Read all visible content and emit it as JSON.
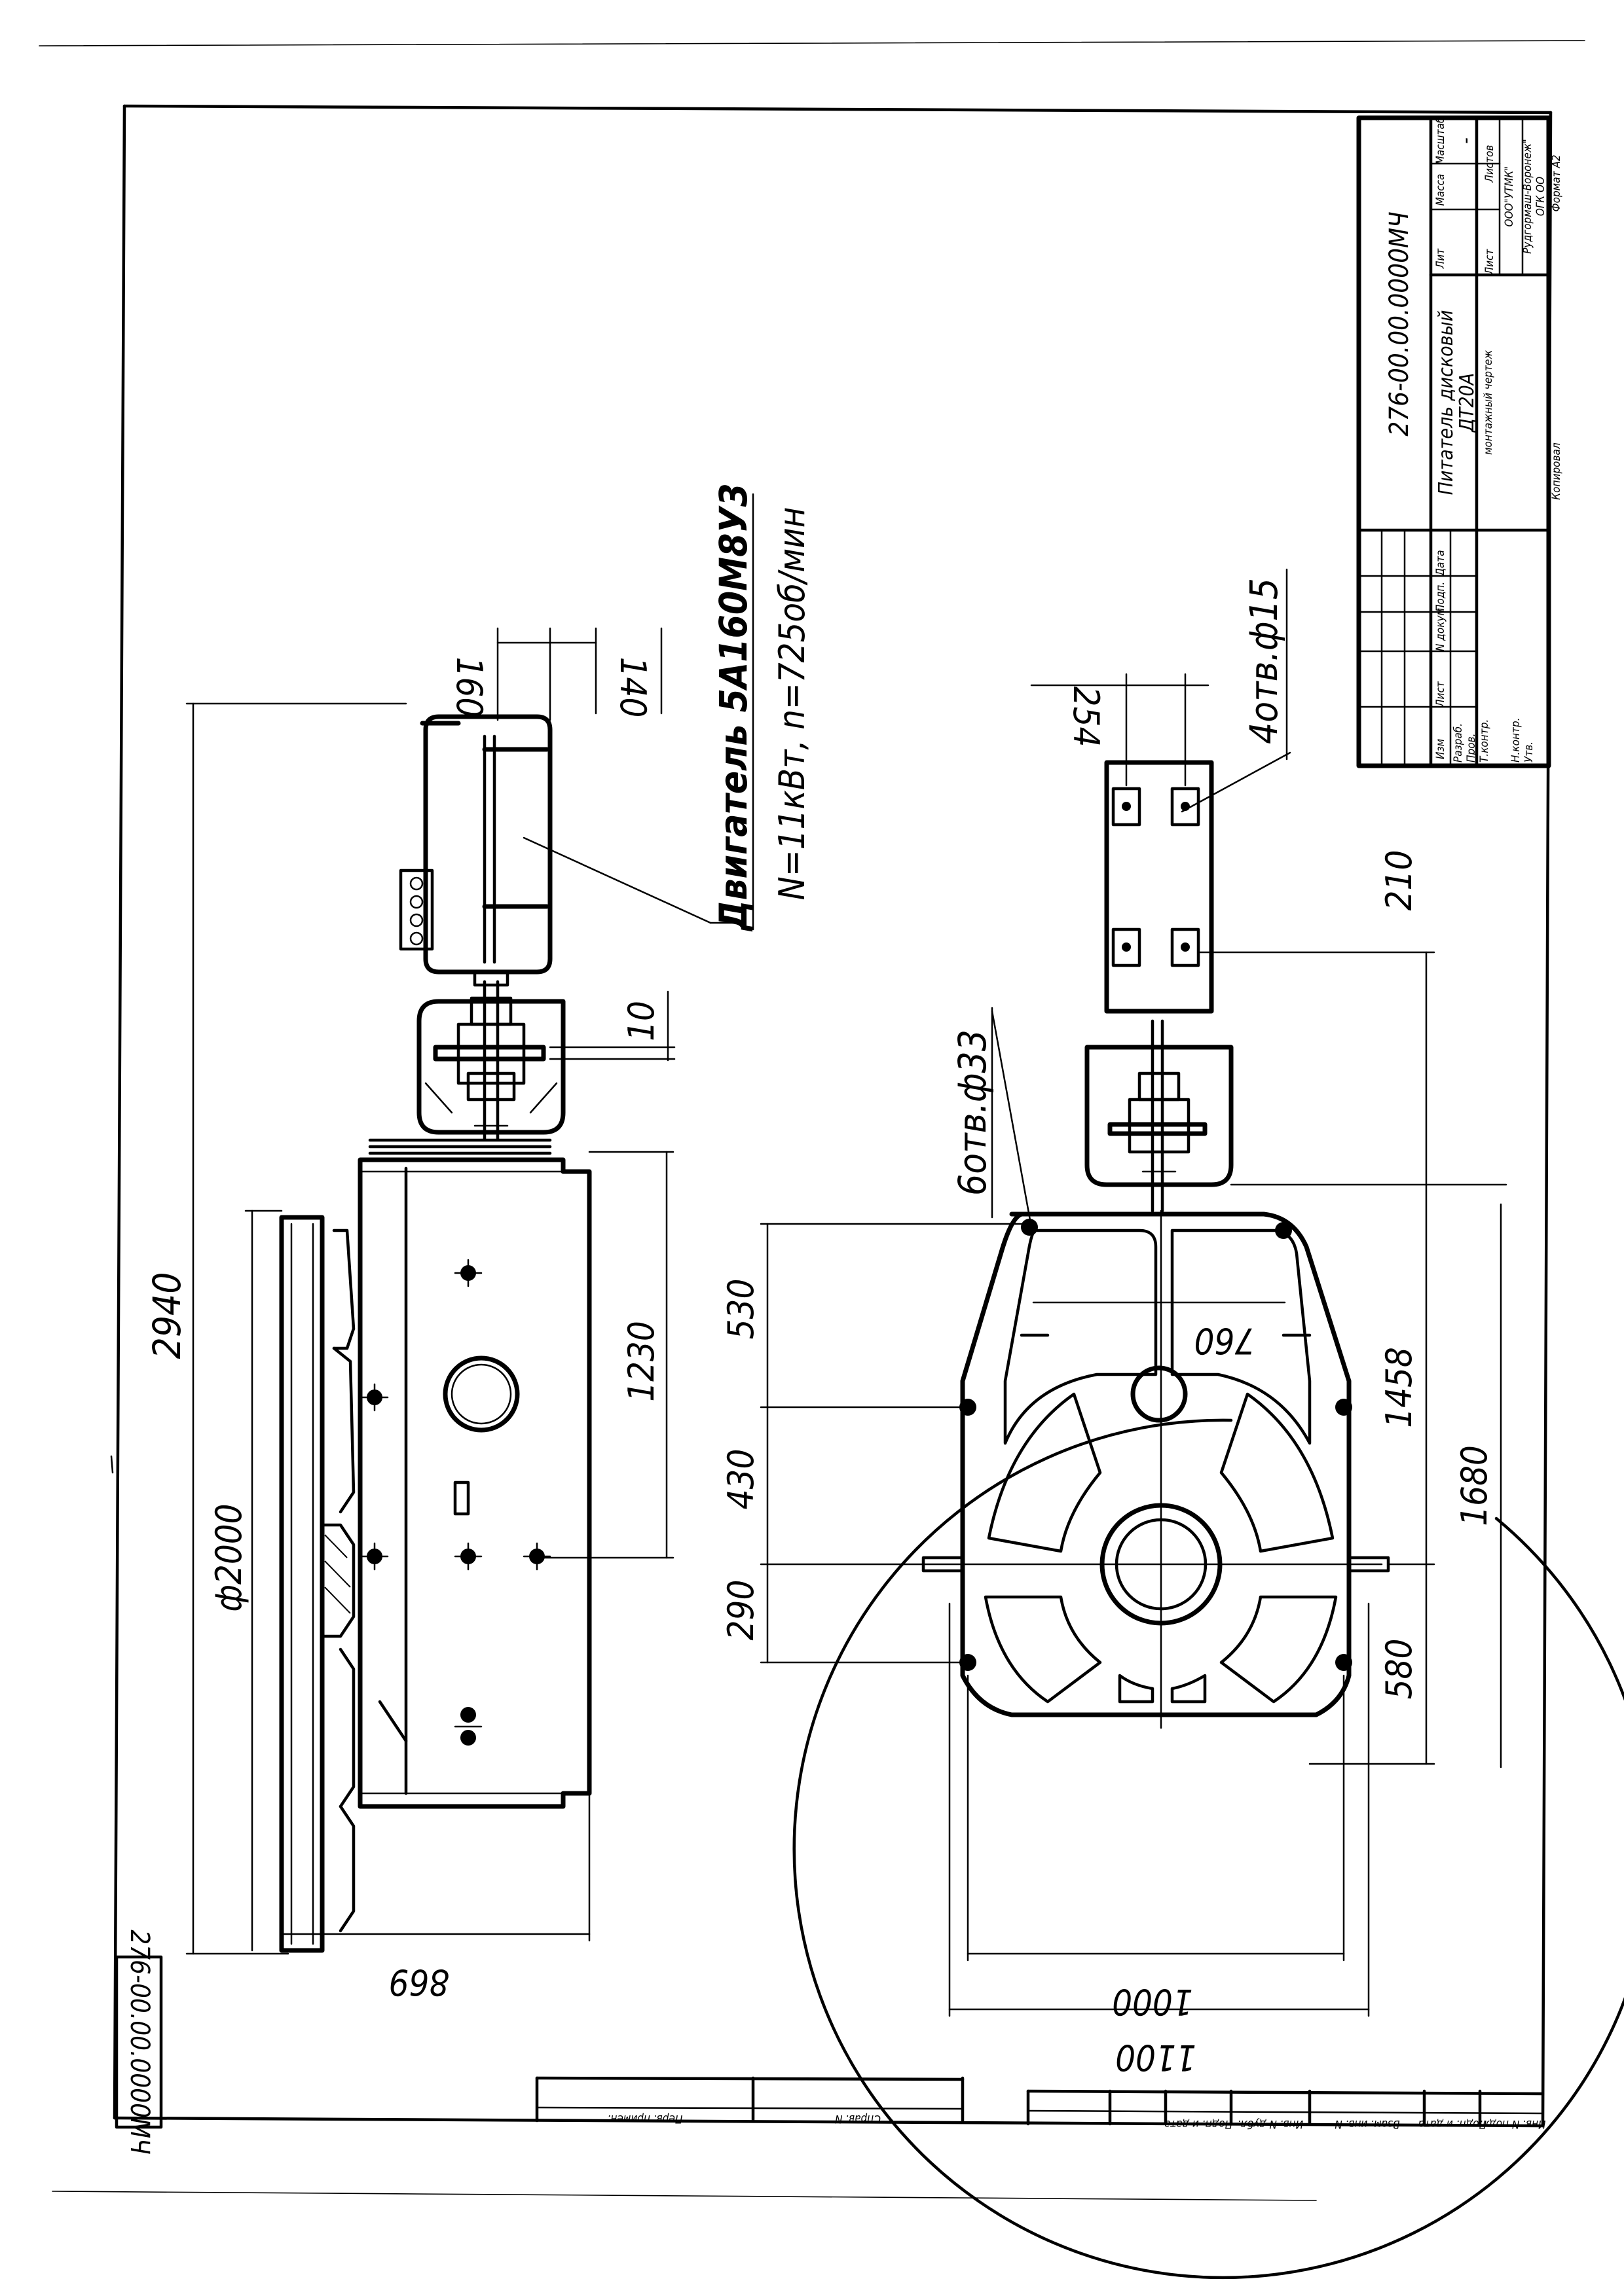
{
  "drawing": {
    "document_number": "276-00.00.0000МЧ",
    "dimensions": {
      "d_overall_height": "2940",
      "d_160": "160",
      "d_140": "140",
      "d_10": "10",
      "d_1230": "1230",
      "d_869": "869",
      "d_disc": "ф2000",
      "d_530": "530",
      "d_430": "430",
      "d_290": "290",
      "d_210": "210",
      "d_580": "580",
      "d_1458": "1458",
      "d_1680": "1680",
      "d_760": "760",
      "d_1000": "1000",
      "d_1100": "1100",
      "d_254": "254"
    },
    "notes": {
      "motor_title": "Двигатель 5А160М8У3",
      "motor_params": "N=11кВт, n=725об/мин",
      "holes_6": "6отв.ф33",
      "holes_4": "4отв.ф15"
    }
  },
  "title_block": {
    "col_lit": "Лит",
    "col_mass": "Масса",
    "col_scale": "Масштаб",
    "scale_value": "-",
    "product_name": "Питатель дисковый",
    "product_model": "ДТ20А",
    "drawing_type": "монтажный чертеж",
    "sheet_label": "Лист",
    "sheets_label": "Листов",
    "org_line1": "ООО\"УТМК\"",
    "org_line2": "Рудгормаш-Воронеж\"",
    "org_line3": "ОГК ОО",
    "copied": "Копировал",
    "format": "Формат А2",
    "row_izm": "Изм",
    "row_list": "Лист",
    "row_ndok": "N докум.",
    "row_podp": "Подп.",
    "row_data": "Дата",
    "role_razrab": "Разраб.",
    "role_prov": "Пров.",
    "role_tkontr": "Т.контр.",
    "role_nkontr": "Н.контр.",
    "role_utv": "Утв."
  },
  "side_stamp": {
    "perv_primen": "Перв. примен.",
    "sprav_no": "Справ. N",
    "podp_data": "Подп. и дата",
    "inv_dubl": "Инв. N дубл.",
    "vzam_inv": "Взам. инв. N",
    "podp_data2": "Подп. и дата",
    "inv_podl": "Инв. N подл."
  }
}
